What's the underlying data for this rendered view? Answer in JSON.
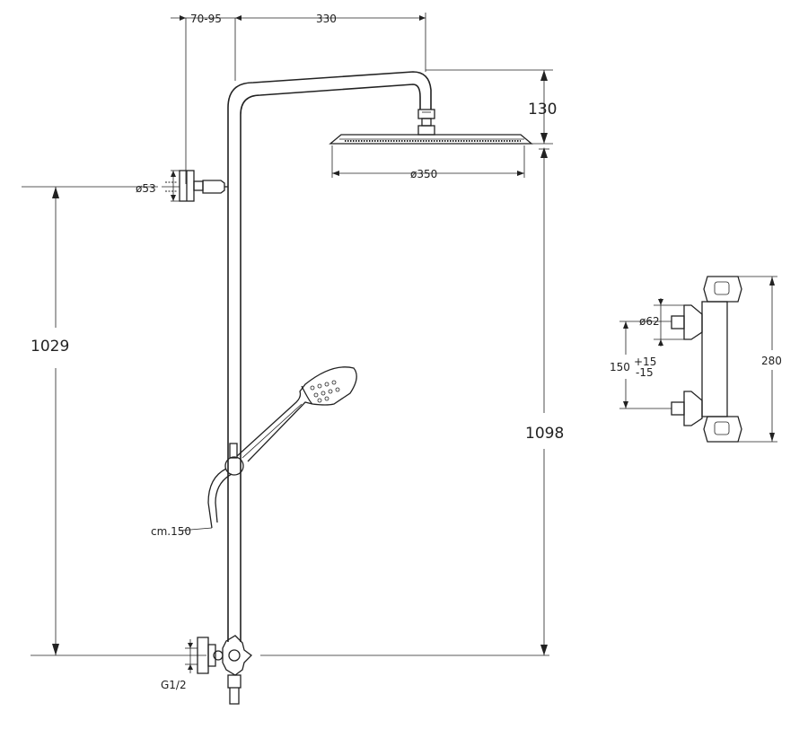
{
  "dimensions": {
    "arm_offset": "70-95",
    "arm_length": "330",
    "head_drop": "130",
    "head_diameter": "ø350",
    "bracket_diameter": "ø53",
    "bracket_height": "1029",
    "overall_height": "1098",
    "hose_length": "cm.150",
    "inlet_thread": "G1/2",
    "knob_diameter": "ø62",
    "inlet_spacing": "150",
    "tolerance_plus": "+15",
    "tolerance_minus": "-15",
    "mixer_height": "280"
  }
}
